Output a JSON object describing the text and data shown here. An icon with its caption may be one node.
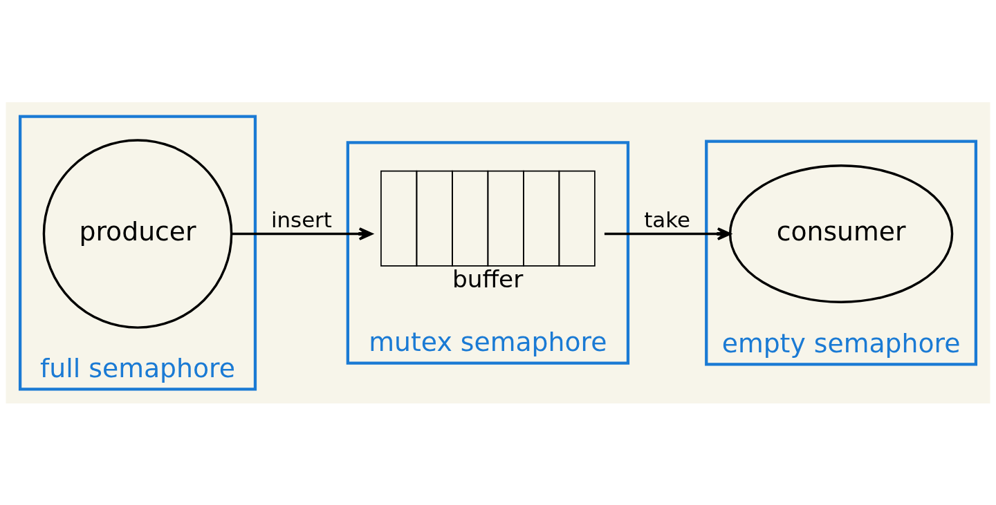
{
  "diagram": {
    "nodes": [
      {
        "text": [
          "full semaphore"
        ]
      },
      {
        "text": [
          "producer"
        ],
        "in": 0
      },
      {
        "text": [
          "mutex semaphore"
        ]
      },
      {
        "text": [
          "buffer"
        ],
        "in": 2
      },
      {
        "text": [
          "empty semaphore"
        ]
      },
      {
        "text": [
          "consumer"
        ],
        "in": 4
      }
    ],
    "edges": [
      {
        "from": 1,
        "to": 3,
        "label": "insert",
        "arrow": "to"
      },
      {
        "from": 3,
        "to": 5,
        "label": "take",
        "arrow": "to"
      }
    ]
  }
}
